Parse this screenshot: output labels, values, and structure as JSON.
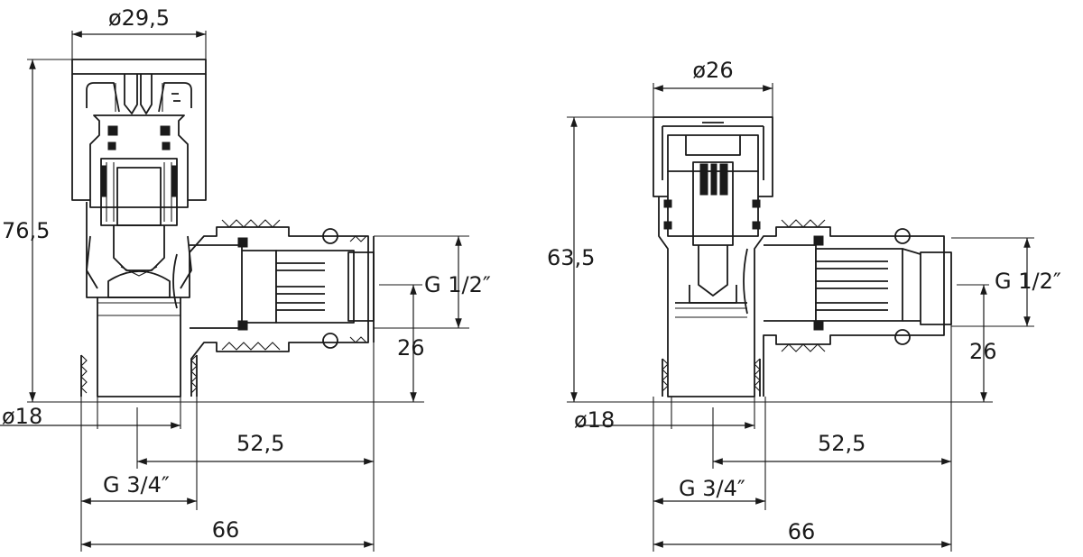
{
  "left_valve": {
    "top_diameter": "ø29,5",
    "height": "76,5",
    "thread_side": "G 1/2″",
    "side_offset": "26",
    "bottom_diameter": "ø18",
    "horizontal_offset": "52,5",
    "thread_bottom": "G 3/4″",
    "total_width": "66"
  },
  "right_valve": {
    "top_diameter": "ø26",
    "height": "63,5",
    "thread_side": "G 1/2″",
    "side_offset": "26",
    "bottom_diameter": "ø18",
    "horizontal_offset": "52,5",
    "thread_bottom": "G 3/4″",
    "total_width": "66"
  }
}
